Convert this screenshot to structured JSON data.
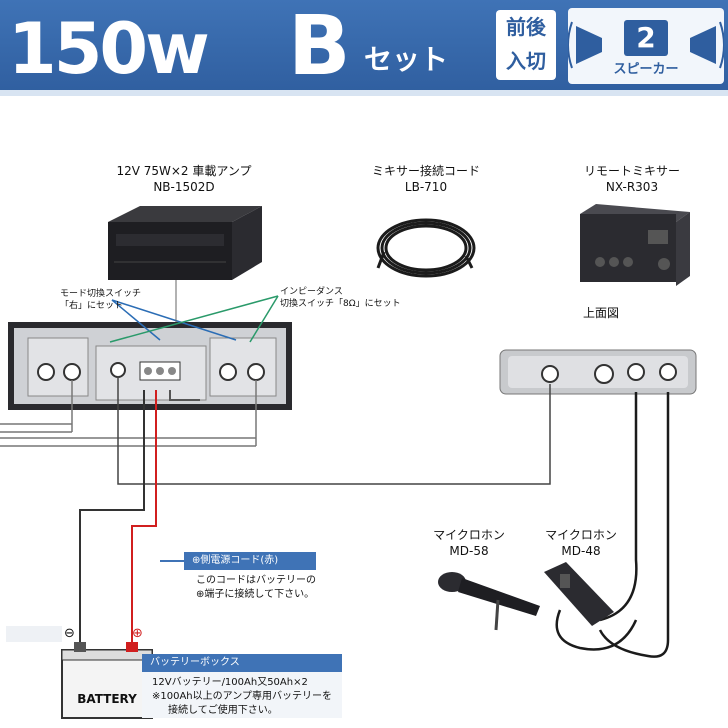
{
  "header": {
    "watt": "150w",
    "set_letter": "B",
    "set_suffix": "セット",
    "front_back_top": "前後",
    "front_back_bottom": "入切",
    "speaker_count": "2",
    "speaker_label": "スピーカー"
  },
  "amplifier": {
    "spec": "12V 75W×2 車載アンプ",
    "model": "NB-1502D",
    "mode_switch_note_1": "モード切換スイッチ",
    "mode_switch_note_2": "「右」にセット",
    "impedance_note_1": "インピーダンス",
    "impedance_note_2": "切換スイッチ「8Ω」にセット"
  },
  "mixer_cord": {
    "name": "ミキサー接続コード",
    "model": "LB-710"
  },
  "remote_mixer": {
    "name": "リモートミキサー",
    "model": "NX-R303",
    "top_view": "上面図"
  },
  "mic1": {
    "name": "マイクロホン",
    "model": "MD-58"
  },
  "mic2": {
    "name": "マイクロホン",
    "model": "MD-48"
  },
  "power_cord": {
    "title": "⊕側電源コード(赤)",
    "line1": "このコードはバッテリーの",
    "line2": "⊕端子に接続して下さい。"
  },
  "battery_box": {
    "title": "バッテリーボックス",
    "line1": "12Vバッテリー/100Ah又50Ah×2",
    "line2": "※100Ah以上のアンプ専用バッテリーを",
    "line3": "接続してご使用下さい。",
    "label": "BATTERY",
    "minus": "⊖",
    "plus": "⊕"
  },
  "colors": {
    "header_blue": "#3f73b6",
    "red_cable": "#d11f1f",
    "panel_grey": "#c9cbcf"
  }
}
